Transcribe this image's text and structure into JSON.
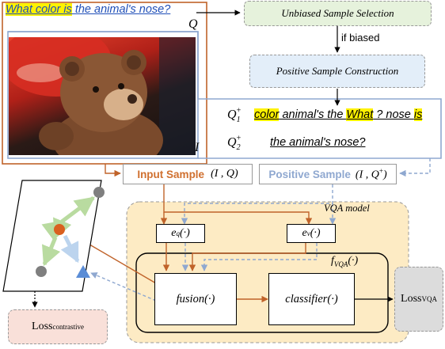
{
  "question": {
    "highlight": "What color is",
    "rest": " the animal's nose?",
    "symbol": "Q"
  },
  "image_symbol": "I",
  "unbiased_selection": "Unbiased Sample Selection",
  "if_biased": "if biased",
  "positive_construction": "Positive Sample Construction",
  "q1": {
    "label_base": "Q",
    "label_sub": "1",
    "label_sup": "+",
    "tokens": [
      {
        "text": "color",
        "hl": true
      },
      {
        "text": " animal's the ",
        "hl": false
      },
      {
        "text": "What",
        "hl": true
      },
      {
        "text": " ? nose ",
        "hl": false
      },
      {
        "text": "is",
        "hl": true
      }
    ]
  },
  "q2": {
    "label_base": "Q",
    "label_sub": "2",
    "label_sup": "+",
    "text": "the animal's nose?"
  },
  "input_sample": {
    "label": "Input Sample",
    "math": "(I , Q)"
  },
  "positive_sample": {
    "label": "Positive Sample",
    "math_pre": "(I , Q",
    "math_sup": "+",
    "math_post": ")"
  },
  "vqa_model": "VQA model",
  "eq": {
    "base": "e",
    "sub": "q",
    "arg": "(·)"
  },
  "ev": {
    "base": "e",
    "sub": "v",
    "arg": "(·)"
  },
  "fvqa": {
    "base": "f",
    "sub": "VQA",
    "arg": "(·)"
  },
  "fusion": "fusion(·)",
  "classifier": "classifier(·)",
  "loss_vqa": {
    "base": "Loss",
    "sub": "VQA"
  },
  "loss_contrastive": {
    "base": "Loss",
    "sub": "contrastive"
  },
  "colors": {
    "orange": "#c0632a",
    "blue": "#8fa8d0",
    "green_fill": "#e6f2dc",
    "blue_fill": "#e3eef9",
    "model_fill": "#fdebc4",
    "loss_fill": "#f9e0d9"
  }
}
